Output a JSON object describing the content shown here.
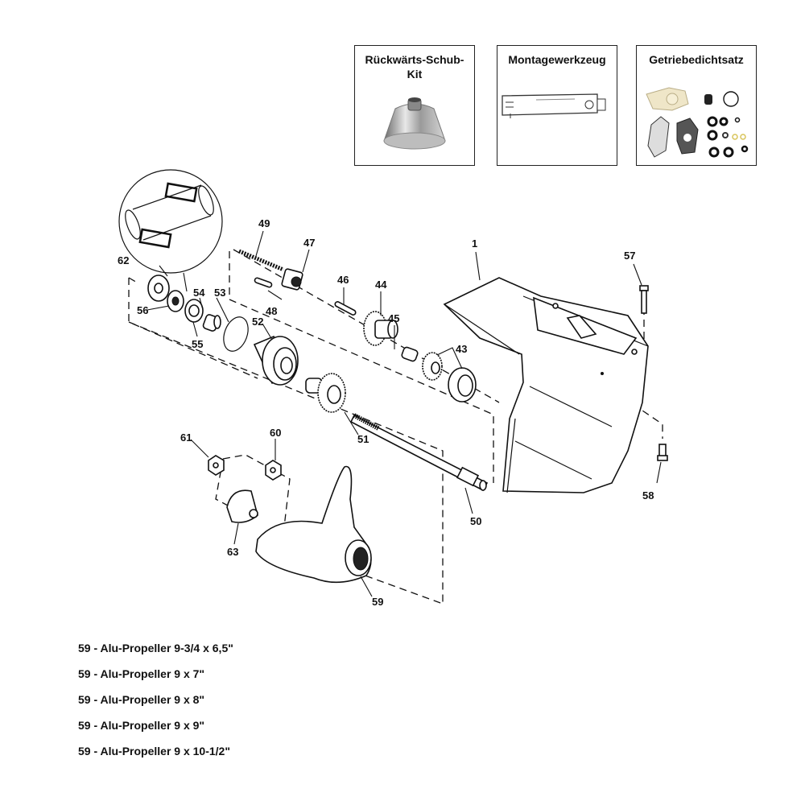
{
  "kits": [
    {
      "title_line1": "Rückwärts-Schub-",
      "title_line2": "Kit",
      "image": "reverse-thrust-hub"
    },
    {
      "title": "Montagewerkzeug",
      "image": "mounting-tool"
    },
    {
      "title": "Getriebedichtsatz",
      "image": "gearcase-seal-kit"
    }
  ],
  "callouts": {
    "p1": "1",
    "p43": "43",
    "p44": "44",
    "p45": "45",
    "p46": "46",
    "p47": "47",
    "p48": "48",
    "p49": "49",
    "p50": "50",
    "p51": "51",
    "p52": "52",
    "p53": "53",
    "p54": "54",
    "p55": "55",
    "p56": "56",
    "p57": "57",
    "p58": "58",
    "p59": "59",
    "p60": "60",
    "p61": "61",
    "p62": "62",
    "p63": "63"
  },
  "propellers": [
    "59 - Alu-Propeller 9-3/4 x 6,5\"",
    "59 - Alu-Propeller 9 x 7\"",
    "59 - Alu-Propeller 9 x 8\"",
    "59 - Alu-Propeller 9 x 9\"",
    "59 - Alu-Propeller 9 x 10-1/2\""
  ]
}
